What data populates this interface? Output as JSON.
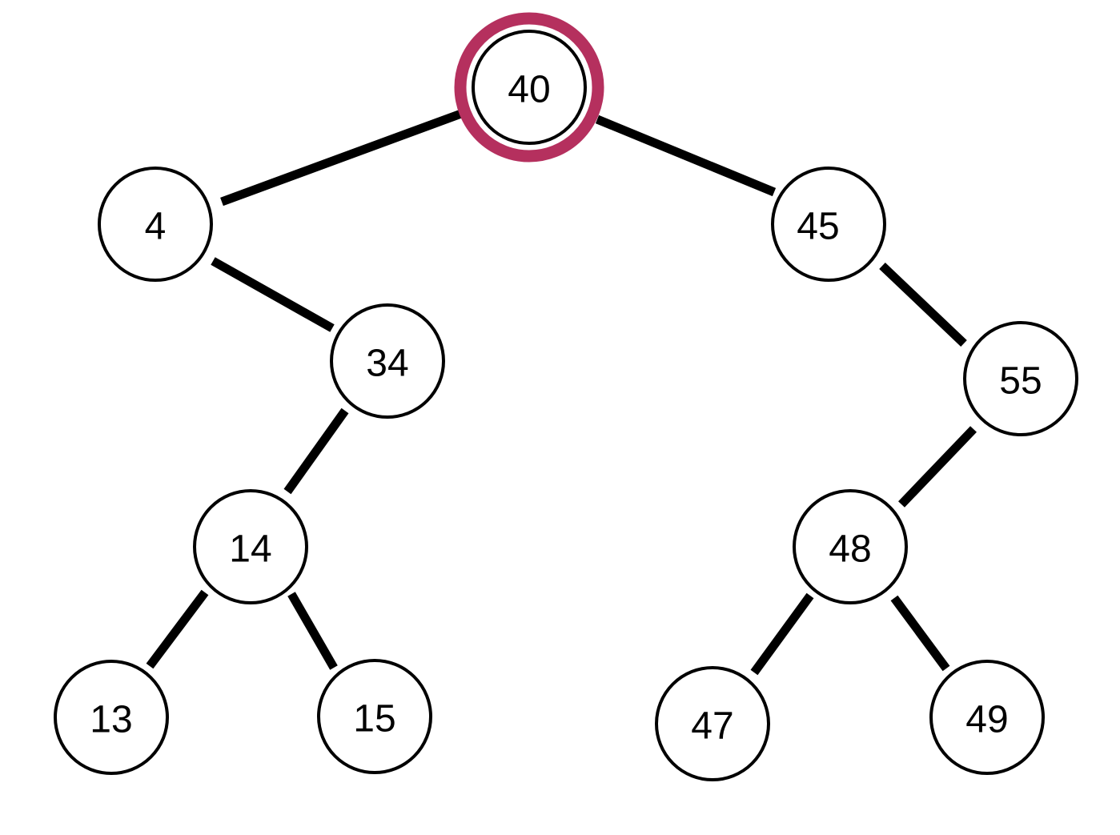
{
  "highlight_color": "#b5305e",
  "root": "40",
  "highlighted_node": "40",
  "nodes": [
    {
      "id": "n40",
      "label": "40"
    },
    {
      "id": "n4",
      "label": "4"
    },
    {
      "id": "n45",
      "label": "45"
    },
    {
      "id": "n34",
      "label": "34"
    },
    {
      "id": "n55",
      "label": "55"
    },
    {
      "id": "n14",
      "label": "14"
    },
    {
      "id": "n48",
      "label": "48"
    },
    {
      "id": "n13",
      "label": "13"
    },
    {
      "id": "n15",
      "label": "15"
    },
    {
      "id": "n47",
      "label": "47"
    },
    {
      "id": "n49",
      "label": "49"
    }
  ],
  "edges": [
    {
      "from": "40",
      "to": "4"
    },
    {
      "from": "40",
      "to": "45"
    },
    {
      "from": "4",
      "to": "34"
    },
    {
      "from": "34",
      "to": "14"
    },
    {
      "from": "14",
      "to": "13"
    },
    {
      "from": "14",
      "to": "15"
    },
    {
      "from": "45",
      "to": "55"
    },
    {
      "from": "55",
      "to": "48"
    },
    {
      "from": "48",
      "to": "47"
    },
    {
      "from": "48",
      "to": "49"
    }
  ]
}
